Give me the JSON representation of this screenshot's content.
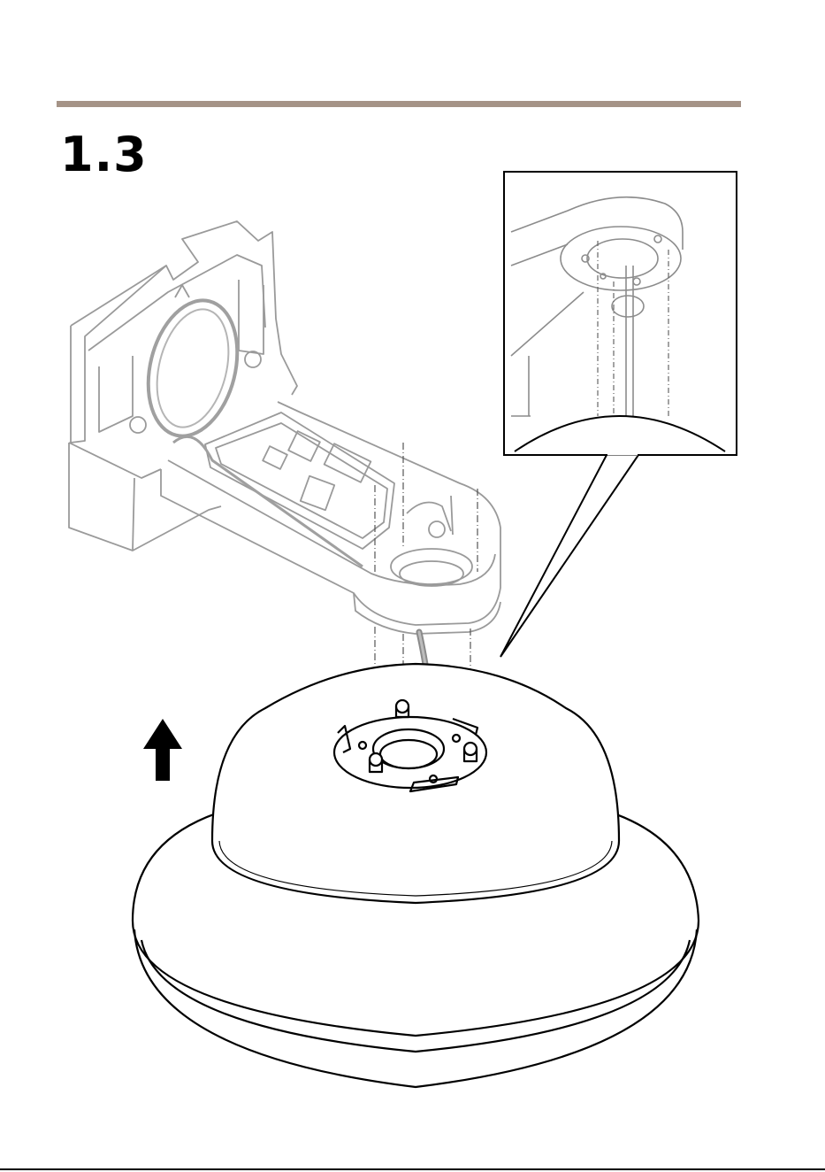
{
  "page": {
    "step_number": "1.3",
    "colors": {
      "rule": "#a59387",
      "line": "#000000",
      "faded_part": "#9a9a9a",
      "cable": "#8a8a8a"
    },
    "icons": [
      "up-arrow-icon",
      "wall-mount-illustration",
      "dome-camera-illustration",
      "detail-callout-illustration"
    ]
  }
}
